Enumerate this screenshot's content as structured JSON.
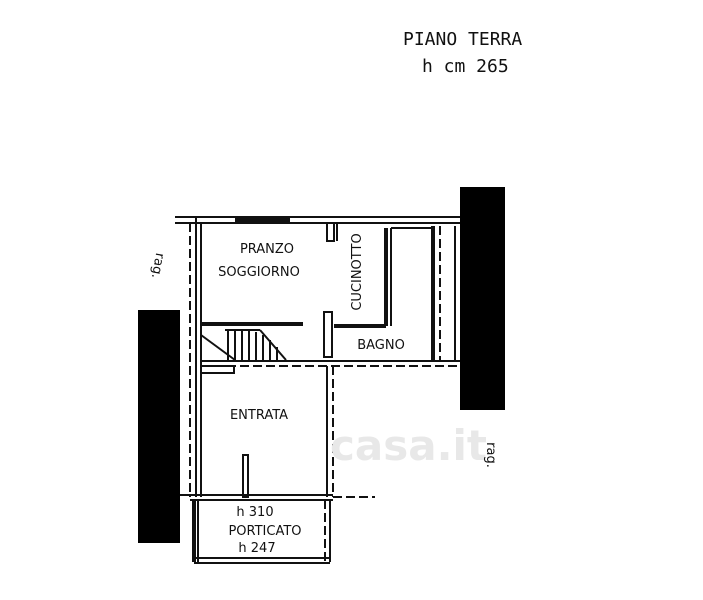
{
  "title": {
    "line1": "PIANO TERRA",
    "line2": "h cm 265"
  },
  "rooms": {
    "pranzo_1": "PRANZO",
    "pranzo_2": "SOGGIORNO",
    "cucinotto": "CUCINOTTO",
    "bagno": "BAGNO",
    "entrata": "ENTRATA",
    "porticato_h1": "h 310",
    "porticato": "PORTICATO",
    "porticato_h2": "h 247"
  },
  "annotations": {
    "rag_left": "rag.",
    "rag_right": "rag."
  },
  "watermark": "casa.it",
  "colors": {
    "ink": "#111111",
    "watermark": "#e8e8e8"
  }
}
